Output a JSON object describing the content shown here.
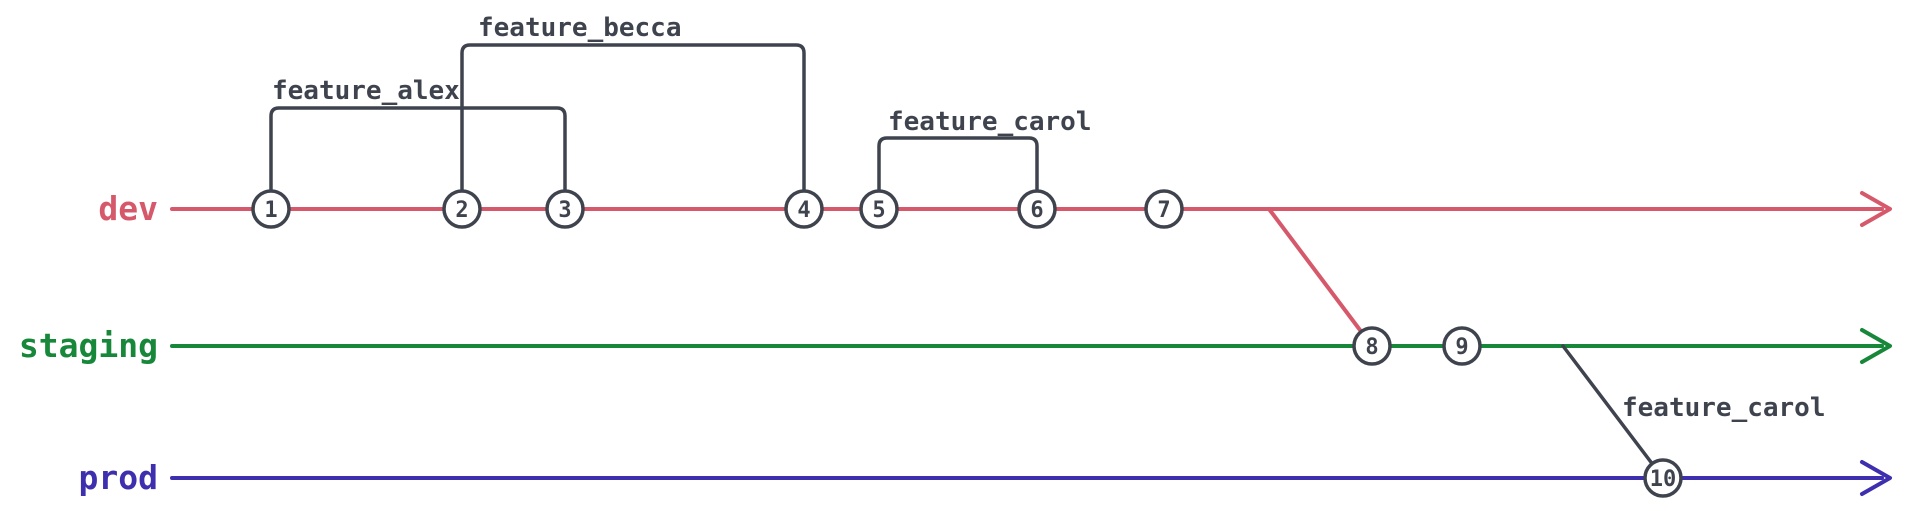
{
  "diagram_kind": "git-branch-graph",
  "branches": {
    "dev": {
      "label": "dev"
    },
    "staging": {
      "label": "staging"
    },
    "prod": {
      "label": "prod"
    }
  },
  "features": {
    "alex": {
      "label": "feature_alex",
      "branches_from_commit": "1",
      "merges_at_commit": "3"
    },
    "becca": {
      "label": "feature_becca",
      "branches_from_commit": "2",
      "merges_at_commit": "4"
    },
    "carol_dev": {
      "label": "feature_carol",
      "branches_from_commit": "5",
      "merges_at_commit": "6"
    },
    "carol_prod": {
      "label": "feature_carol",
      "branches_from": "staging",
      "merges_at_commit": "10"
    }
  },
  "merges": {
    "dev_to_staging_at_commit": "8"
  },
  "commits": {
    "dev": [
      "1",
      "2",
      "3",
      "4",
      "5",
      "6",
      "7"
    ],
    "staging": [
      "8",
      "9"
    ],
    "prod": [
      "10"
    ]
  },
  "colors": {
    "dev": "#d6596b",
    "staging": "#17873a",
    "prod": "#3d2fae",
    "ink": "#3e434e",
    "node-fill": "#ffffff",
    "page-bg": "#ffffff"
  }
}
